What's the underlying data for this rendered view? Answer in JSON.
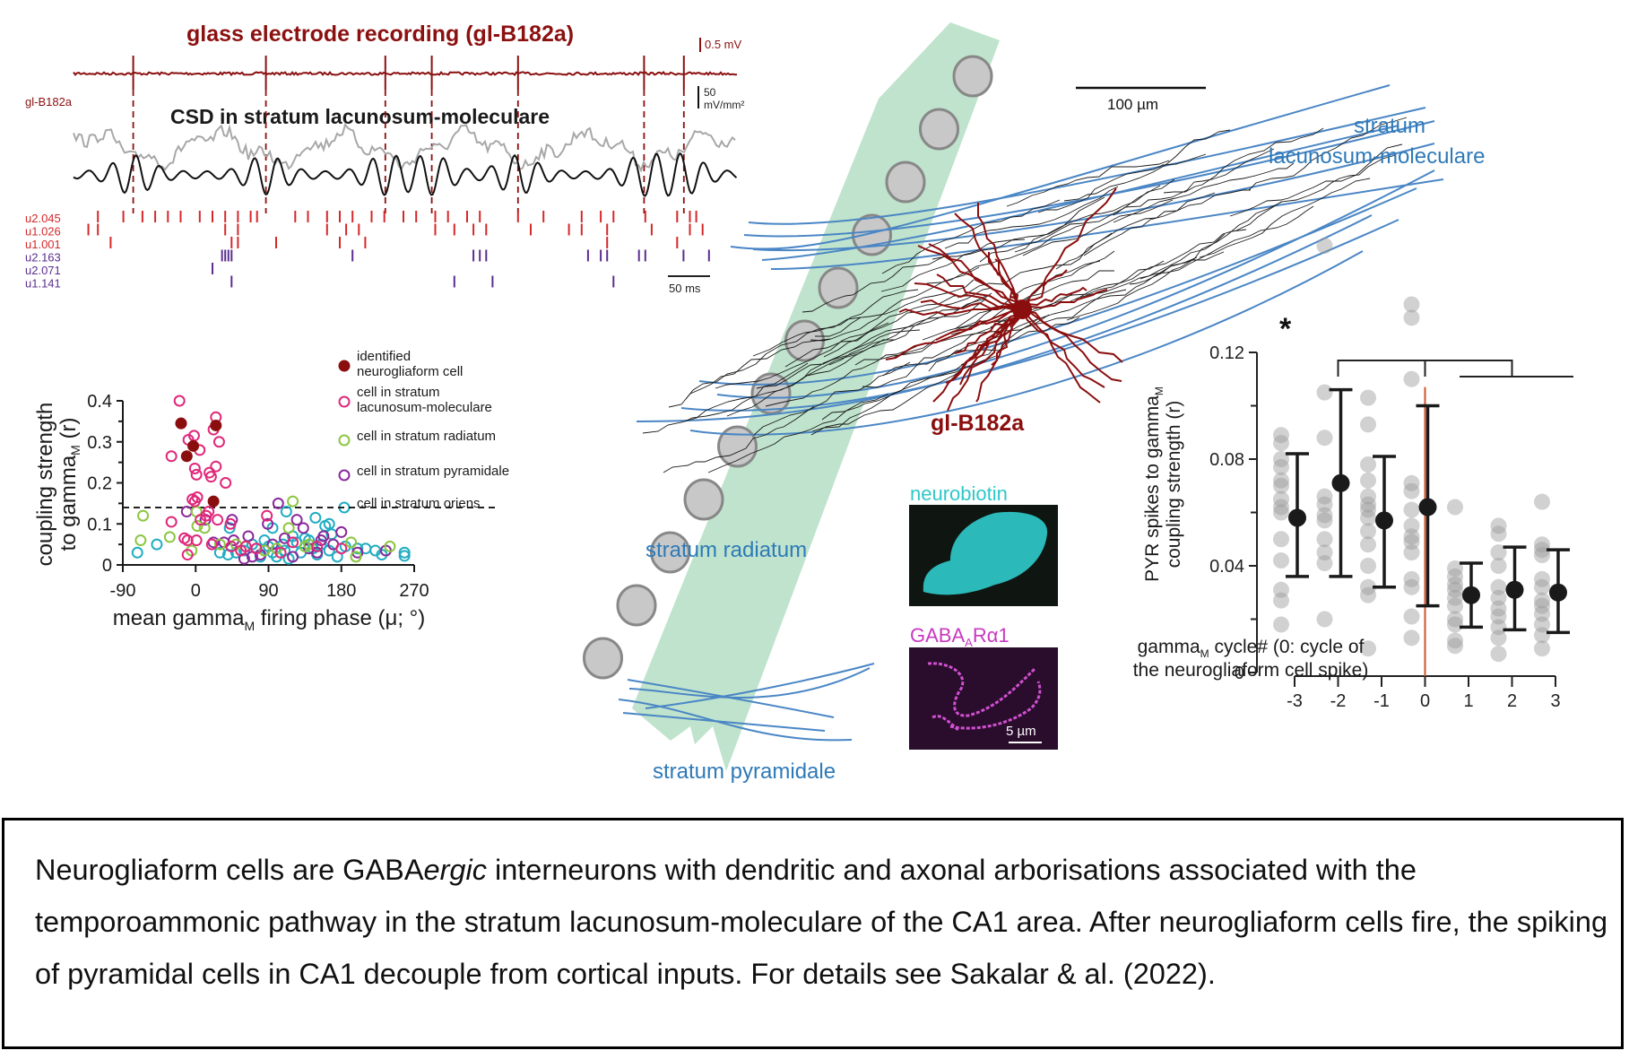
{
  "recording": {
    "title": "glass electrode recording (gl-B182a)",
    "trace_label": "gl-B182a",
    "csd_title": "CSD in stratum lacunosum-moleculare",
    "scale_voltage": "0.5 mV",
    "scale_csd_value": "50",
    "scale_csd_unit": "mV/mm²",
    "scale_time": "50 ms",
    "spike_times_frac": [
      0.09,
      0.29,
      0.47,
      0.54,
      0.67,
      0.86,
      0.92
    ],
    "colors": {
      "electrode": "#8b1010",
      "csd_raw": "#a8a8a8",
      "csd_filtered": "#111111",
      "red_units": "#d4282a",
      "purple_units": "#5b2d8e"
    },
    "units": [
      {
        "name": "u2.045",
        "color": "red",
        "spikes": [
          0.02,
          0.06,
          0.09,
          0.11,
          0.13,
          0.15,
          0.18,
          0.2,
          0.22,
          0.24,
          0.26,
          0.27,
          0.33,
          0.35,
          0.38,
          0.4,
          0.42,
          0.45,
          0.47,
          0.5,
          0.52,
          0.55,
          0.57,
          0.6,
          0.62,
          0.68,
          0.72,
          0.78,
          0.81,
          0.83,
          0.88,
          0.93,
          0.95,
          0.96
        ]
      },
      {
        "name": "u1.026",
        "color": "red",
        "spikes": [
          0.005,
          0.02,
          0.22,
          0.24,
          0.38,
          0.41,
          0.43,
          0.55,
          0.58,
          0.61,
          0.63,
          0.7,
          0.76,
          0.78,
          0.82,
          0.89,
          0.95,
          0.97
        ]
      },
      {
        "name": "u1.001",
        "color": "red",
        "spikes": [
          0.04,
          0.23,
          0.24,
          0.3,
          0.4,
          0.44,
          0.82,
          0.93
        ]
      },
      {
        "name": "u2.163",
        "color": "purple",
        "spikes": [
          0.215,
          0.22,
          0.225,
          0.23,
          0.42,
          0.61,
          0.62,
          0.63,
          0.79,
          0.81,
          0.82,
          0.87,
          0.88,
          0.94,
          0.98
        ]
      },
      {
        "name": "u2.071",
        "color": "purple",
        "spikes": [
          0.2
        ]
      },
      {
        "name": "u1.141",
        "color": "purple",
        "spikes": [
          0.23,
          0.58,
          0.64,
          0.83
        ]
      }
    ]
  },
  "morphology": {
    "scale_bar": "100 µm",
    "cell_label": "gl-B182a",
    "layers": {
      "slm": [
        "stratum",
        "lacunosum-moleculare"
      ],
      "radiatum": "stratum radiatum",
      "pyramidale": "stratum pyramidale"
    },
    "colors": {
      "dendrite": "#8b0e0e",
      "axon": "#1a1a1a",
      "layer_lines": "#4a86c5",
      "layer_text": "#2e7ab8",
      "pyramidal_band": "#bfe3cc",
      "soma_fill": "#c8c8c8",
      "soma_stroke": "#888888"
    },
    "pyramidal_cells_count": 12
  },
  "micrographs": {
    "neurobiotin_label": "neurobiotin",
    "gaba_label_main": "GABA",
    "gaba_label_sub": "A",
    "gaba_label_tail": "Rα1",
    "scale": "5 µm",
    "colors": {
      "neurobiotin": "#2ec8c8",
      "gaba": "#c838c0"
    }
  },
  "caption": {
    "parts": [
      {
        "text": "Neurogliaform cells are GABA",
        "italic": false
      },
      {
        "text": "ergic",
        "italic": true
      },
      {
        "text": " interneurons with dendritic and axonal arborisations associated with the temporoammonic pathway in the stratum lacunosum-moleculare of the CA1 area. After neurogliaform cells fire, the spiking of pyramidal cells in CA1 decouple from cortical inputs. For details see Sakalar & al. (2022).",
        "italic": false
      }
    ]
  },
  "chart_data": [
    {
      "type": "scatter",
      "title": "",
      "xlabel": "mean gamma_M firing phase (μ; °)",
      "xlabel_main": "mean gamma",
      "xlabel_sub": "M",
      "xlabel_tail": " firing phase (μ; °)",
      "ylabel_line1": "coupling strength",
      "ylabel_line2_main": "to gamma",
      "ylabel_line2_sub": "M",
      "ylabel_line2_tail": " (r)",
      "xlim": [
        -90,
        270
      ],
      "ylim": [
        0,
        0.4
      ],
      "xticks": [
        -90,
        0,
        90,
        180,
        270
      ],
      "yticks": [
        0,
        0.1,
        0.2,
        0.3,
        0.4
      ],
      "threshold_line": 0.14,
      "legend_position": "top-right",
      "series": [
        {
          "name": "identified neurogliaform cell",
          "legend": [
            "identified",
            "neurogliaform cell"
          ],
          "color": "#8b0e0e",
          "filled": true,
          "points": [
            [
              -18,
              0.345
            ],
            [
              -11,
              0.265
            ],
            [
              -3,
              0.29
            ],
            [
              22,
              0.155
            ],
            [
              25,
              0.34
            ]
          ]
        },
        {
          "name": "cell in stratum lacunosum-moleculare",
          "legend": [
            "cell in stratum",
            "lacunosum-moleculare"
          ],
          "color": "#e0287a",
          "filled": false,
          "points": [
            [
              -20,
              0.4
            ],
            [
              -18,
              0.345
            ],
            [
              -30,
              0.265
            ],
            [
              -9,
              0.305
            ],
            [
              -2,
              0.315
            ],
            [
              5,
              0.28
            ],
            [
              22,
              0.33
            ],
            [
              25,
              0.36
            ],
            [
              29,
              0.3
            ],
            [
              -1,
              0.235
            ],
            [
              1,
              0.22
            ],
            [
              17,
              0.225
            ],
            [
              19,
              0.215
            ],
            [
              25,
              0.24
            ],
            [
              37,
              0.2
            ],
            [
              -4,
              0.16
            ],
            [
              -1,
              0.155
            ],
            [
              2,
              0.165
            ],
            [
              13,
              0.12
            ],
            [
              16,
              0.13
            ],
            [
              -30,
              0.105
            ],
            [
              6,
              0.11
            ],
            [
              27,
              0.11
            ],
            [
              -14,
              0.065
            ],
            [
              -10,
              0.06
            ],
            [
              1,
              0.06
            ],
            [
              -10,
              0.025
            ],
            [
              43,
              0.1
            ],
            [
              20,
              0.05
            ],
            [
              56,
              0.035
            ],
            [
              88,
              0.12
            ],
            [
              105,
              0.03
            ],
            [
              75,
              0.04
            ],
            [
              150,
              0.045
            ],
            [
              180,
              0.04
            ],
            [
              62,
              0.045
            ],
            [
              44,
              0.045
            ],
            [
              120,
              0.055
            ]
          ]
        },
        {
          "name": "cell in stratum radiatum",
          "legend": [
            "cell in stratum radiatum"
          ],
          "color": "#8cc640",
          "filled": false,
          "points": [
            [
              -65,
              0.12
            ],
            [
              -68,
              0.06
            ],
            [
              -32,
              0.068
            ],
            [
              1,
              0.13
            ],
            [
              2,
              0.095
            ],
            [
              11,
              0.09
            ],
            [
              -5,
              0.035
            ],
            [
              120,
              0.155
            ],
            [
              115,
              0.09
            ],
            [
              30,
              0.05
            ],
            [
              62,
              0.045
            ],
            [
              100,
              0.04
            ],
            [
              135,
              0.045
            ],
            [
              192,
              0.055
            ],
            [
              198,
              0.02
            ],
            [
              240,
              0.045
            ],
            [
              140,
              0.05
            ],
            [
              85,
              0.035
            ],
            [
              50,
              0.05
            ]
          ]
        },
        {
          "name": "cell in stratum pyramidale",
          "legend": [
            "cell in stratum pyramidale"
          ],
          "color": "#8a2a9a",
          "filled": false,
          "points": [
            [
              -11,
              0.13
            ],
            [
              12,
              0.11
            ],
            [
              102,
              0.15
            ],
            [
              45,
              0.11
            ],
            [
              65,
              0.07
            ],
            [
              89,
              0.1
            ],
            [
              125,
              0.11
            ],
            [
              133,
              0.09
            ],
            [
              158,
              0.07
            ],
            [
              180,
              0.08
            ],
            [
              47,
              0.06
            ],
            [
              22,
              0.055
            ],
            [
              70,
              0.02
            ],
            [
              95,
              0.05
            ],
            [
              110,
              0.065
            ],
            [
              140,
              0.04
            ],
            [
              155,
              0.06
            ],
            [
              200,
              0.03
            ],
            [
              235,
              0.035
            ],
            [
              35,
              0.055
            ],
            [
              60,
              0.015
            ],
            [
              80,
              0.025
            ],
            [
              120,
              0.02
            ],
            [
              150,
              0.03
            ],
            [
              170,
              0.05
            ]
          ]
        },
        {
          "name": "cell in stratum oriens",
          "legend": [
            "cell in stratum oriens"
          ],
          "color": "#21adc2",
          "filled": false,
          "points": [
            [
              -72,
              0.03
            ],
            [
              -48,
              0.05
            ],
            [
              42,
              0.09
            ],
            [
              95,
              0.09
            ],
            [
              112,
              0.13
            ],
            [
              148,
              0.115
            ],
            [
              160,
              0.095
            ],
            [
              165,
              0.1
            ],
            [
              168,
              0.075
            ],
            [
              140,
              0.06
            ],
            [
              125,
              0.055
            ],
            [
              108,
              0.05
            ],
            [
              90,
              0.045
            ],
            [
              75,
              0.04
            ],
            [
              60,
              0.035
            ],
            [
              50,
              0.03
            ],
            [
              40,
              0.025
            ],
            [
              30,
              0.03
            ],
            [
              100,
              0.02
            ],
            [
              115,
              0.015
            ],
            [
              130,
              0.03
            ],
            [
              150,
              0.025
            ],
            [
              175,
              0.02
            ],
            [
              200,
              0.04
            ],
            [
              210,
              0.04
            ],
            [
              222,
              0.035
            ],
            [
              230,
              0.025
            ],
            [
              258,
              0.03
            ],
            [
              258,
              0.022
            ],
            [
              85,
              0.06
            ],
            [
              120,
              0.07
            ],
            [
              135,
              0.065
            ],
            [
              155,
              0.05
            ],
            [
              145,
              0.04
            ],
            [
              110,
              0.035
            ],
            [
              95,
              0.03
            ],
            [
              70,
              0.05
            ],
            [
              80,
              0.02
            ],
            [
              185,
              0.045
            ],
            [
              165,
              0.035
            ]
          ]
        }
      ]
    },
    {
      "type": "scatter",
      "subtype": "strip-with-errorbars",
      "title": "",
      "xlabel_line1_main": "gamma",
      "xlabel_line1_sub": "M",
      "xlabel_line1_tail": " cycle# (0: cycle of",
      "xlabel_line2": "the neurogliaform cell spike)",
      "ylabel_line1": "PYR spikes to gamma",
      "ylabel_line1_sub": "M",
      "ylabel_line2": "coupling strength (r)",
      "categories": [
        "-3",
        "-2",
        "-1",
        "0",
        "1",
        "2",
        "3"
      ],
      "ylim": [
        0,
        0.12
      ],
      "yticks": [
        0,
        0.04,
        0.08,
        0.12
      ],
      "yticks_minor": [
        0.02,
        0.06,
        0.1
      ],
      "highlight_category": "0",
      "highlight_color": "#d0542a",
      "significance": {
        "label": "*",
        "groups": [
          [
            "-3",
            "-2",
            "-1",
            "0"
          ],
          [
            "1",
            "2",
            "3"
          ]
        ]
      },
      "series": [
        {
          "name": "mean",
          "values": [
            0.058,
            0.071,
            0.057,
            0.062,
            0.029,
            0.031,
            0.03
          ]
        },
        {
          "name": "error_low",
          "values": [
            0.036,
            0.036,
            0.032,
            0.025,
            0.017,
            0.016,
            0.015
          ]
        },
        {
          "name": "error_high",
          "values": [
            0.082,
            0.106,
            0.081,
            0.1,
            0.041,
            0.047,
            0.046
          ]
        },
        {
          "name": "individual",
          "values": [
            [
              0.089,
              0.086,
              0.08,
              0.077,
              0.072,
              0.07,
              0.065,
              0.062,
              0.06,
              0.05,
              0.042,
              0.031,
              0.027,
              0.018
            ],
            [
              0.16,
              0.105,
              0.088,
              0.066,
              0.063,
              0.059,
              0.057,
              0.05,
              0.045,
              0.041,
              0.02
            ],
            [
              0.103,
              0.093,
              0.078,
              0.072,
              0.066,
              0.063,
              0.061,
              0.058,
              0.053,
              0.048,
              0.04,
              0.032,
              0.029,
              0.009
            ],
            [
              0.138,
              0.133,
              0.11,
              0.071,
              0.068,
              0.061,
              0.055,
              0.051,
              0.049,
              0.045,
              0.035,
              0.032,
              0.021,
              0.013
            ],
            [
              0.062,
              0.039,
              0.036,
              0.033,
              0.031,
              0.028,
              0.025,
              0.02,
              0.018,
              0.012,
              0.01
            ],
            [
              0.055,
              0.052,
              0.045,
              0.04,
              0.032,
              0.028,
              0.024,
              0.021,
              0.017,
              0.013,
              0.007
            ],
            [
              0.064,
              0.048,
              0.046,
              0.044,
              0.035,
              0.032,
              0.027,
              0.025,
              0.022,
              0.018,
              0.014,
              0.009
            ]
          ]
        }
      ]
    }
  ]
}
